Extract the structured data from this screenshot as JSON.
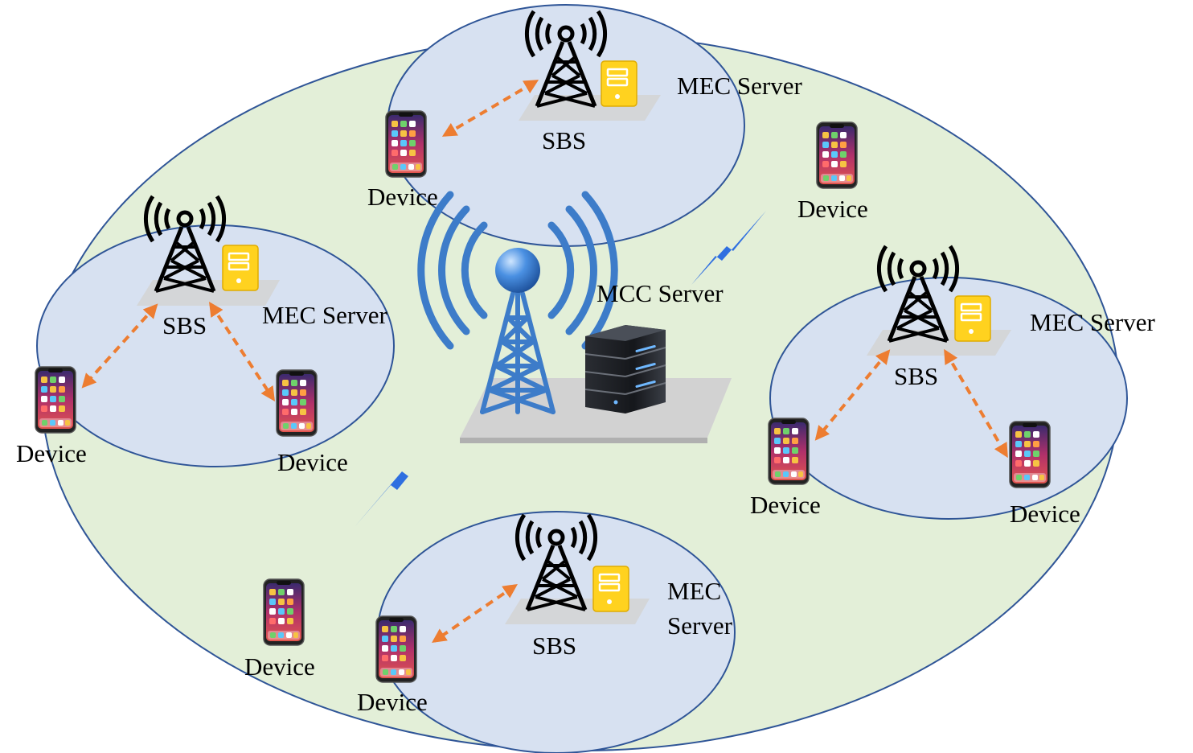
{
  "labels": {
    "device": "Device",
    "sbs": "SBS",
    "mec_server": "MEC Server",
    "mec_line1": "MEC",
    "mec_line2": "Server",
    "mcc_server": "MCC Server"
  },
  "colors": {
    "outer_area": "#e3efd8",
    "cell_area": "#d7e1f1",
    "outline": "#2f5597",
    "link_arrow": "#ed7d31",
    "wireless_bolt": "#2f6fe0",
    "mec_server": "#ffd21f",
    "tower_main": "#3d7cc9"
  },
  "icons": {
    "small_tower": "cell-tower-icon",
    "mec_server": "server-box-icon",
    "device": "smartphone-icon",
    "macro_tower": "macro-tower-icon",
    "mcc_server": "rack-server-icon",
    "wireless": "lightning-bolt-icon"
  }
}
